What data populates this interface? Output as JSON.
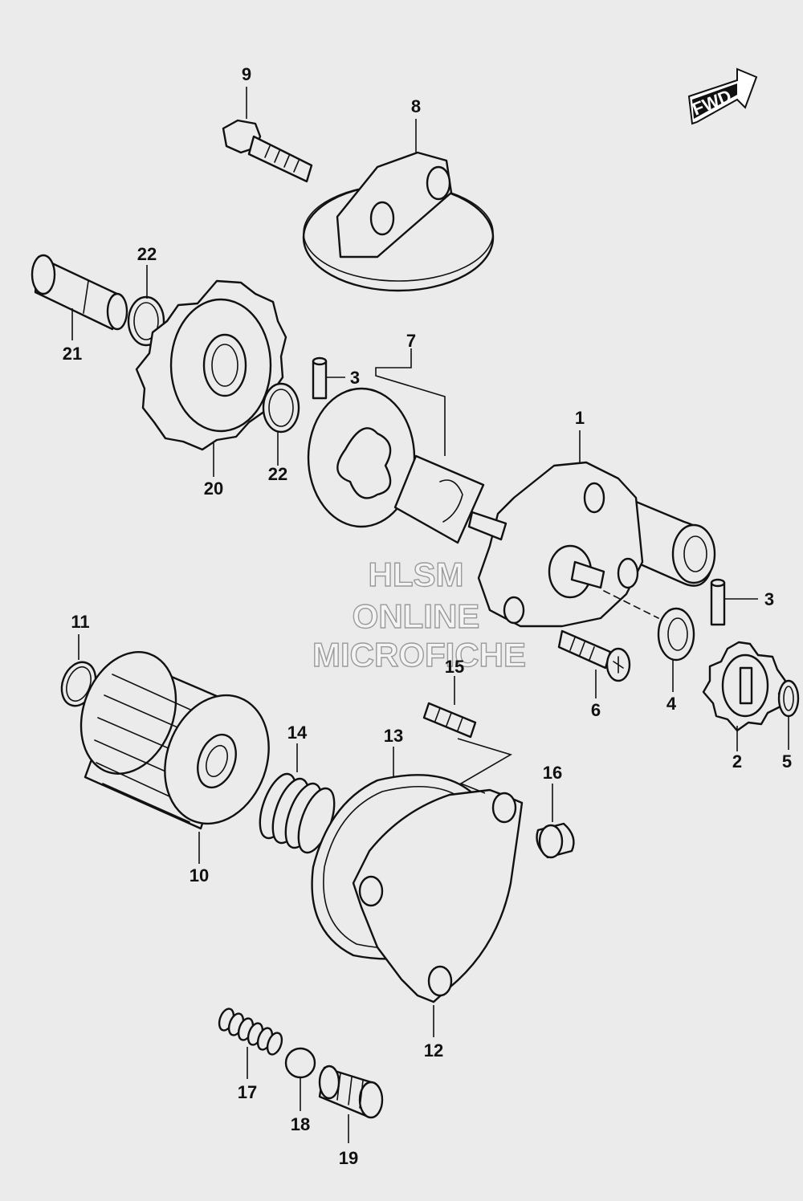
{
  "fwd_badge": {
    "label": "FWD"
  },
  "watermark": {
    "line1": "HLSM",
    "line2": "ONLINE",
    "line3": "MICROFICHE"
  },
  "callouts": {
    "c1": "1",
    "c2": "2",
    "c3a": "3",
    "c3b": "3",
    "c4": "4",
    "c5": "5",
    "c6": "6",
    "c7": "7",
    "c8": "8",
    "c9": "9",
    "c10": "10",
    "c11": "11",
    "c12": "12",
    "c13": "13",
    "c14": "14",
    "c15": "15",
    "c16": "16",
    "c17": "17",
    "c18": "18",
    "c19": "19",
    "c20": "20",
    "c21": "21",
    "c22a": "22",
    "c22b": "22"
  }
}
